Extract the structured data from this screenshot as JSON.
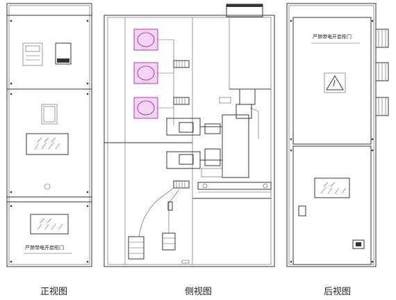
{
  "views": {
    "front": "正视图",
    "side": "侧视图",
    "rear": "后视图"
  },
  "front_door_warning": "严禁带电开启柜门",
  "rear_door_warning": "严禁带电开启柜门",
  "colors": {
    "line": "#333333",
    "hv_insulator": "#b000b0",
    "background": "#ffffff"
  }
}
